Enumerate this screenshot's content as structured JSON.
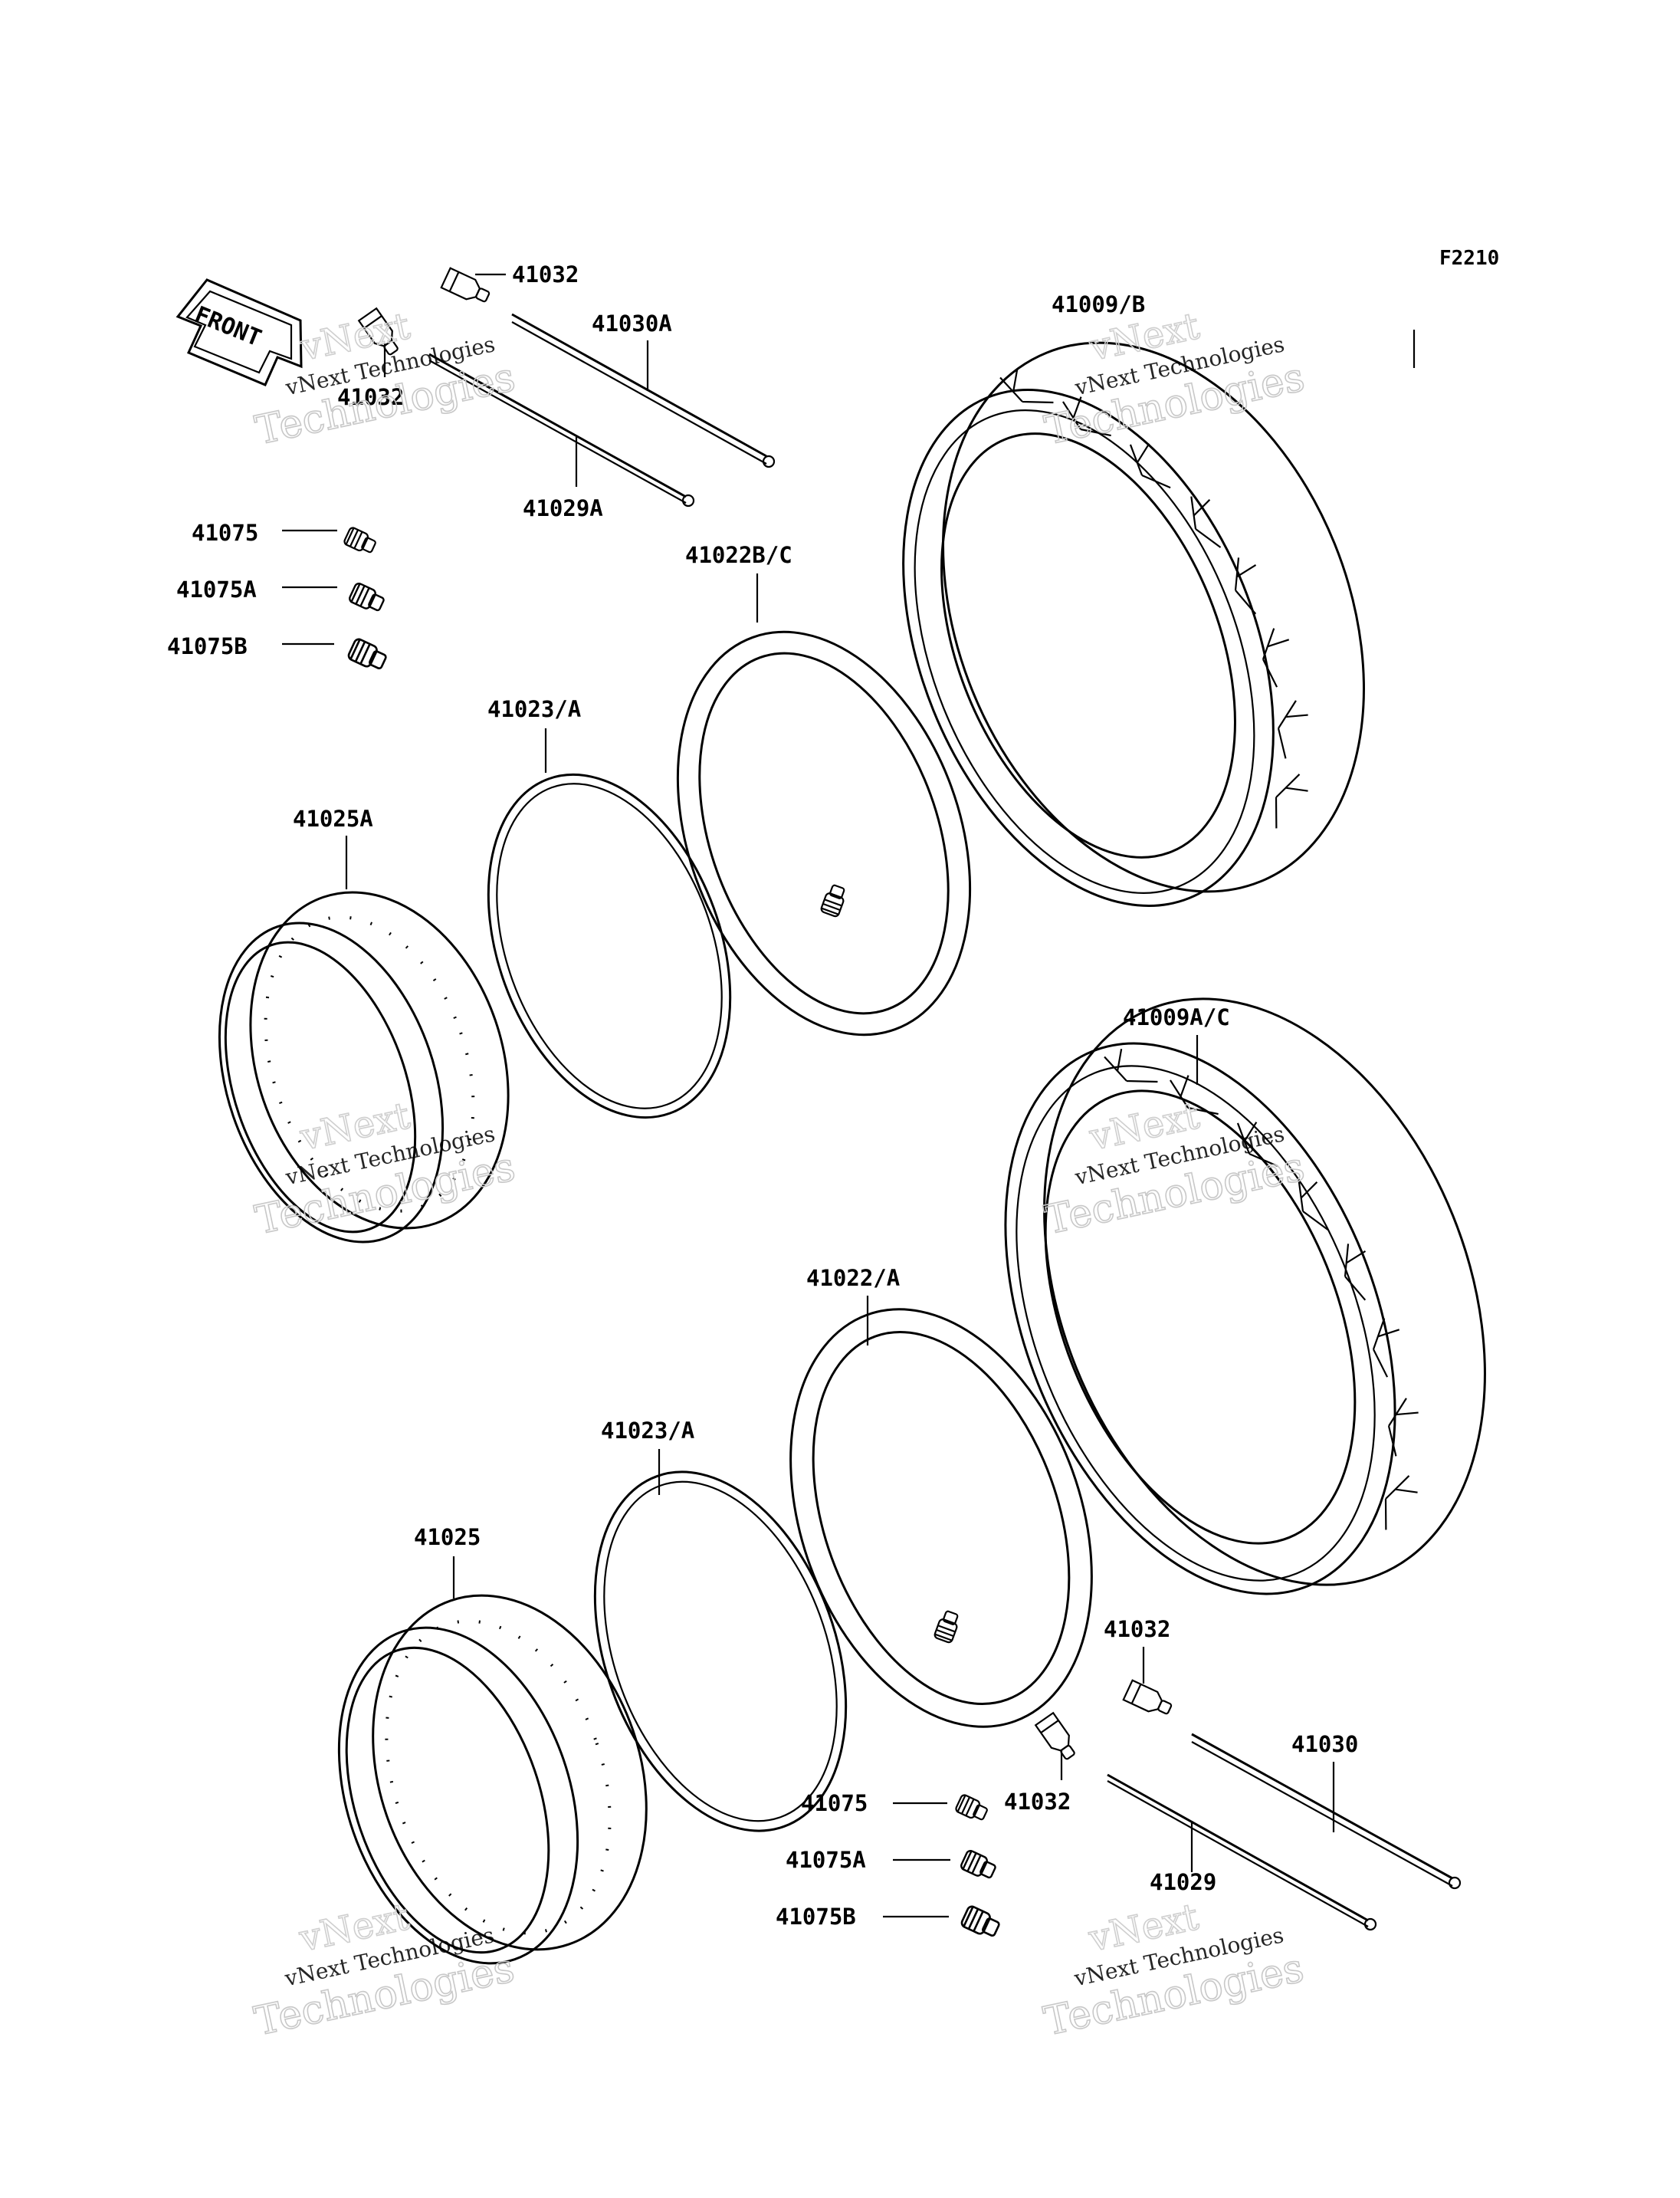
{
  "diagram_code": "F2210",
  "front_marker": "FRONT",
  "watermark": {
    "company": "vNext Technologies",
    "logo_top": "vNext",
    "logo_bottom": "Technologies"
  },
  "labels": {
    "l41032_top": "41032",
    "l41030A": "41030A",
    "l41032_left": "41032",
    "l41029A": "41029A",
    "l41009B": "41009/B",
    "l41075_top": "41075",
    "l41075A_top": "41075A",
    "l41075B_top": "41075B",
    "l41022BC": "41022B/C",
    "l41023A_top": "41023/A",
    "l41025A": "41025A",
    "l41009AC": "41009A/C",
    "l41022A": "41022/A",
    "l41023A_bottom": "41023/A",
    "l41025": "41025",
    "l41032_right": "41032",
    "l41030": "41030",
    "l41032_lower": "41032",
    "l41075_bottom": "41075",
    "l41075A_bottom": "41075A",
    "l41075B_bottom": "41075B",
    "l41029": "41029"
  }
}
